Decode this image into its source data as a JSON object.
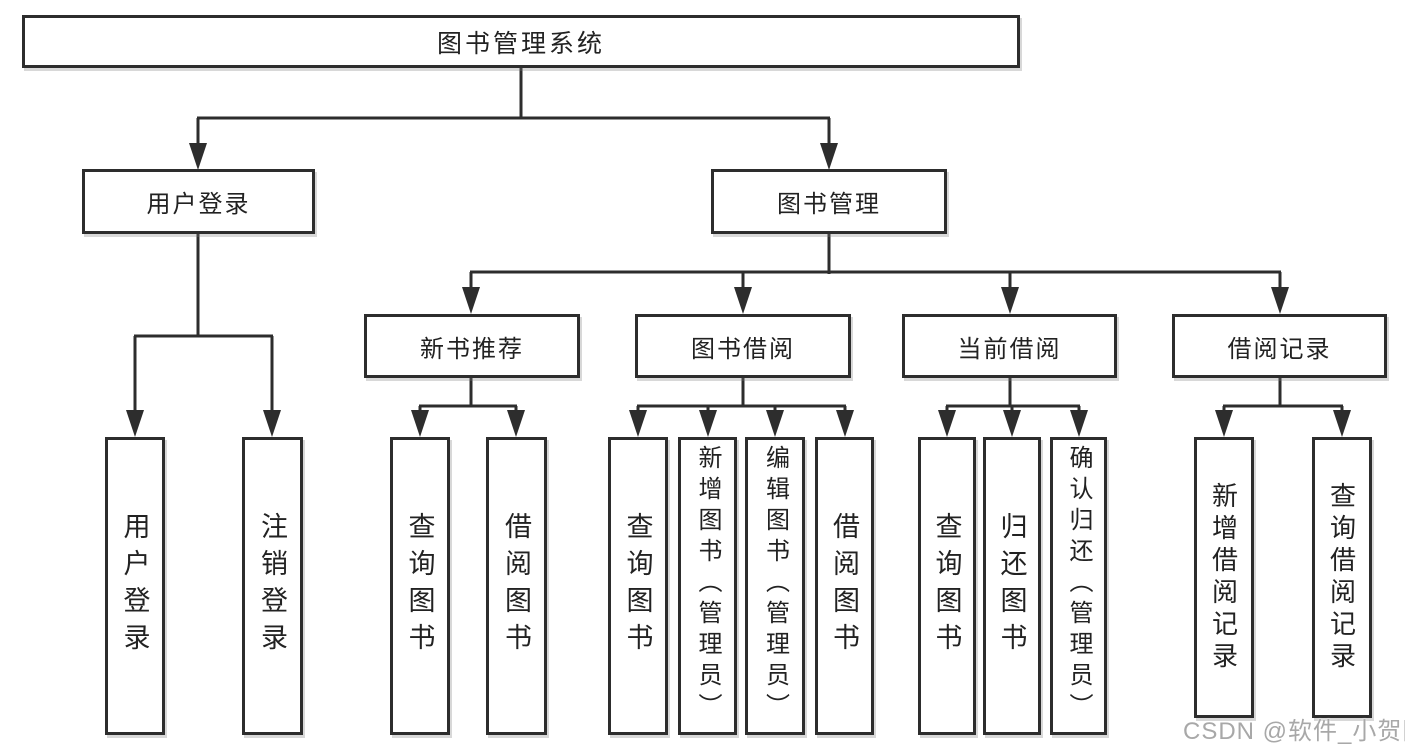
{
  "diagram": {
    "root": {
      "label": "图书管理系统"
    },
    "branches": [
      {
        "label": "用户登录"
      },
      {
        "label": "图书管理"
      }
    ],
    "modules": [
      {
        "label": "新书推荐"
      },
      {
        "label": "图书借阅"
      },
      {
        "label": "当前借阅"
      },
      {
        "label": "借阅记录"
      }
    ],
    "leaves": [
      {
        "label": "用户登录"
      },
      {
        "label": "注销登录"
      },
      {
        "label": "查询图书"
      },
      {
        "label": "借阅图书"
      },
      {
        "label": "查询图书"
      },
      {
        "label": "新增图书（管理员）"
      },
      {
        "label": "编辑图书（管理员）"
      },
      {
        "label": "借阅图书"
      },
      {
        "label": "查询图书"
      },
      {
        "label": "归还图书"
      },
      {
        "label": "确认归还（管理员）"
      },
      {
        "label": "新增借阅记录"
      },
      {
        "label": "查询借阅记录"
      }
    ]
  },
  "watermark": {
    "text": "CSDN @软件_小贺同学"
  },
  "colors": {
    "line": "#2d2d2d",
    "text": "#222222",
    "watermark": "#a8a8a8",
    "background": "#ffffff"
  }
}
